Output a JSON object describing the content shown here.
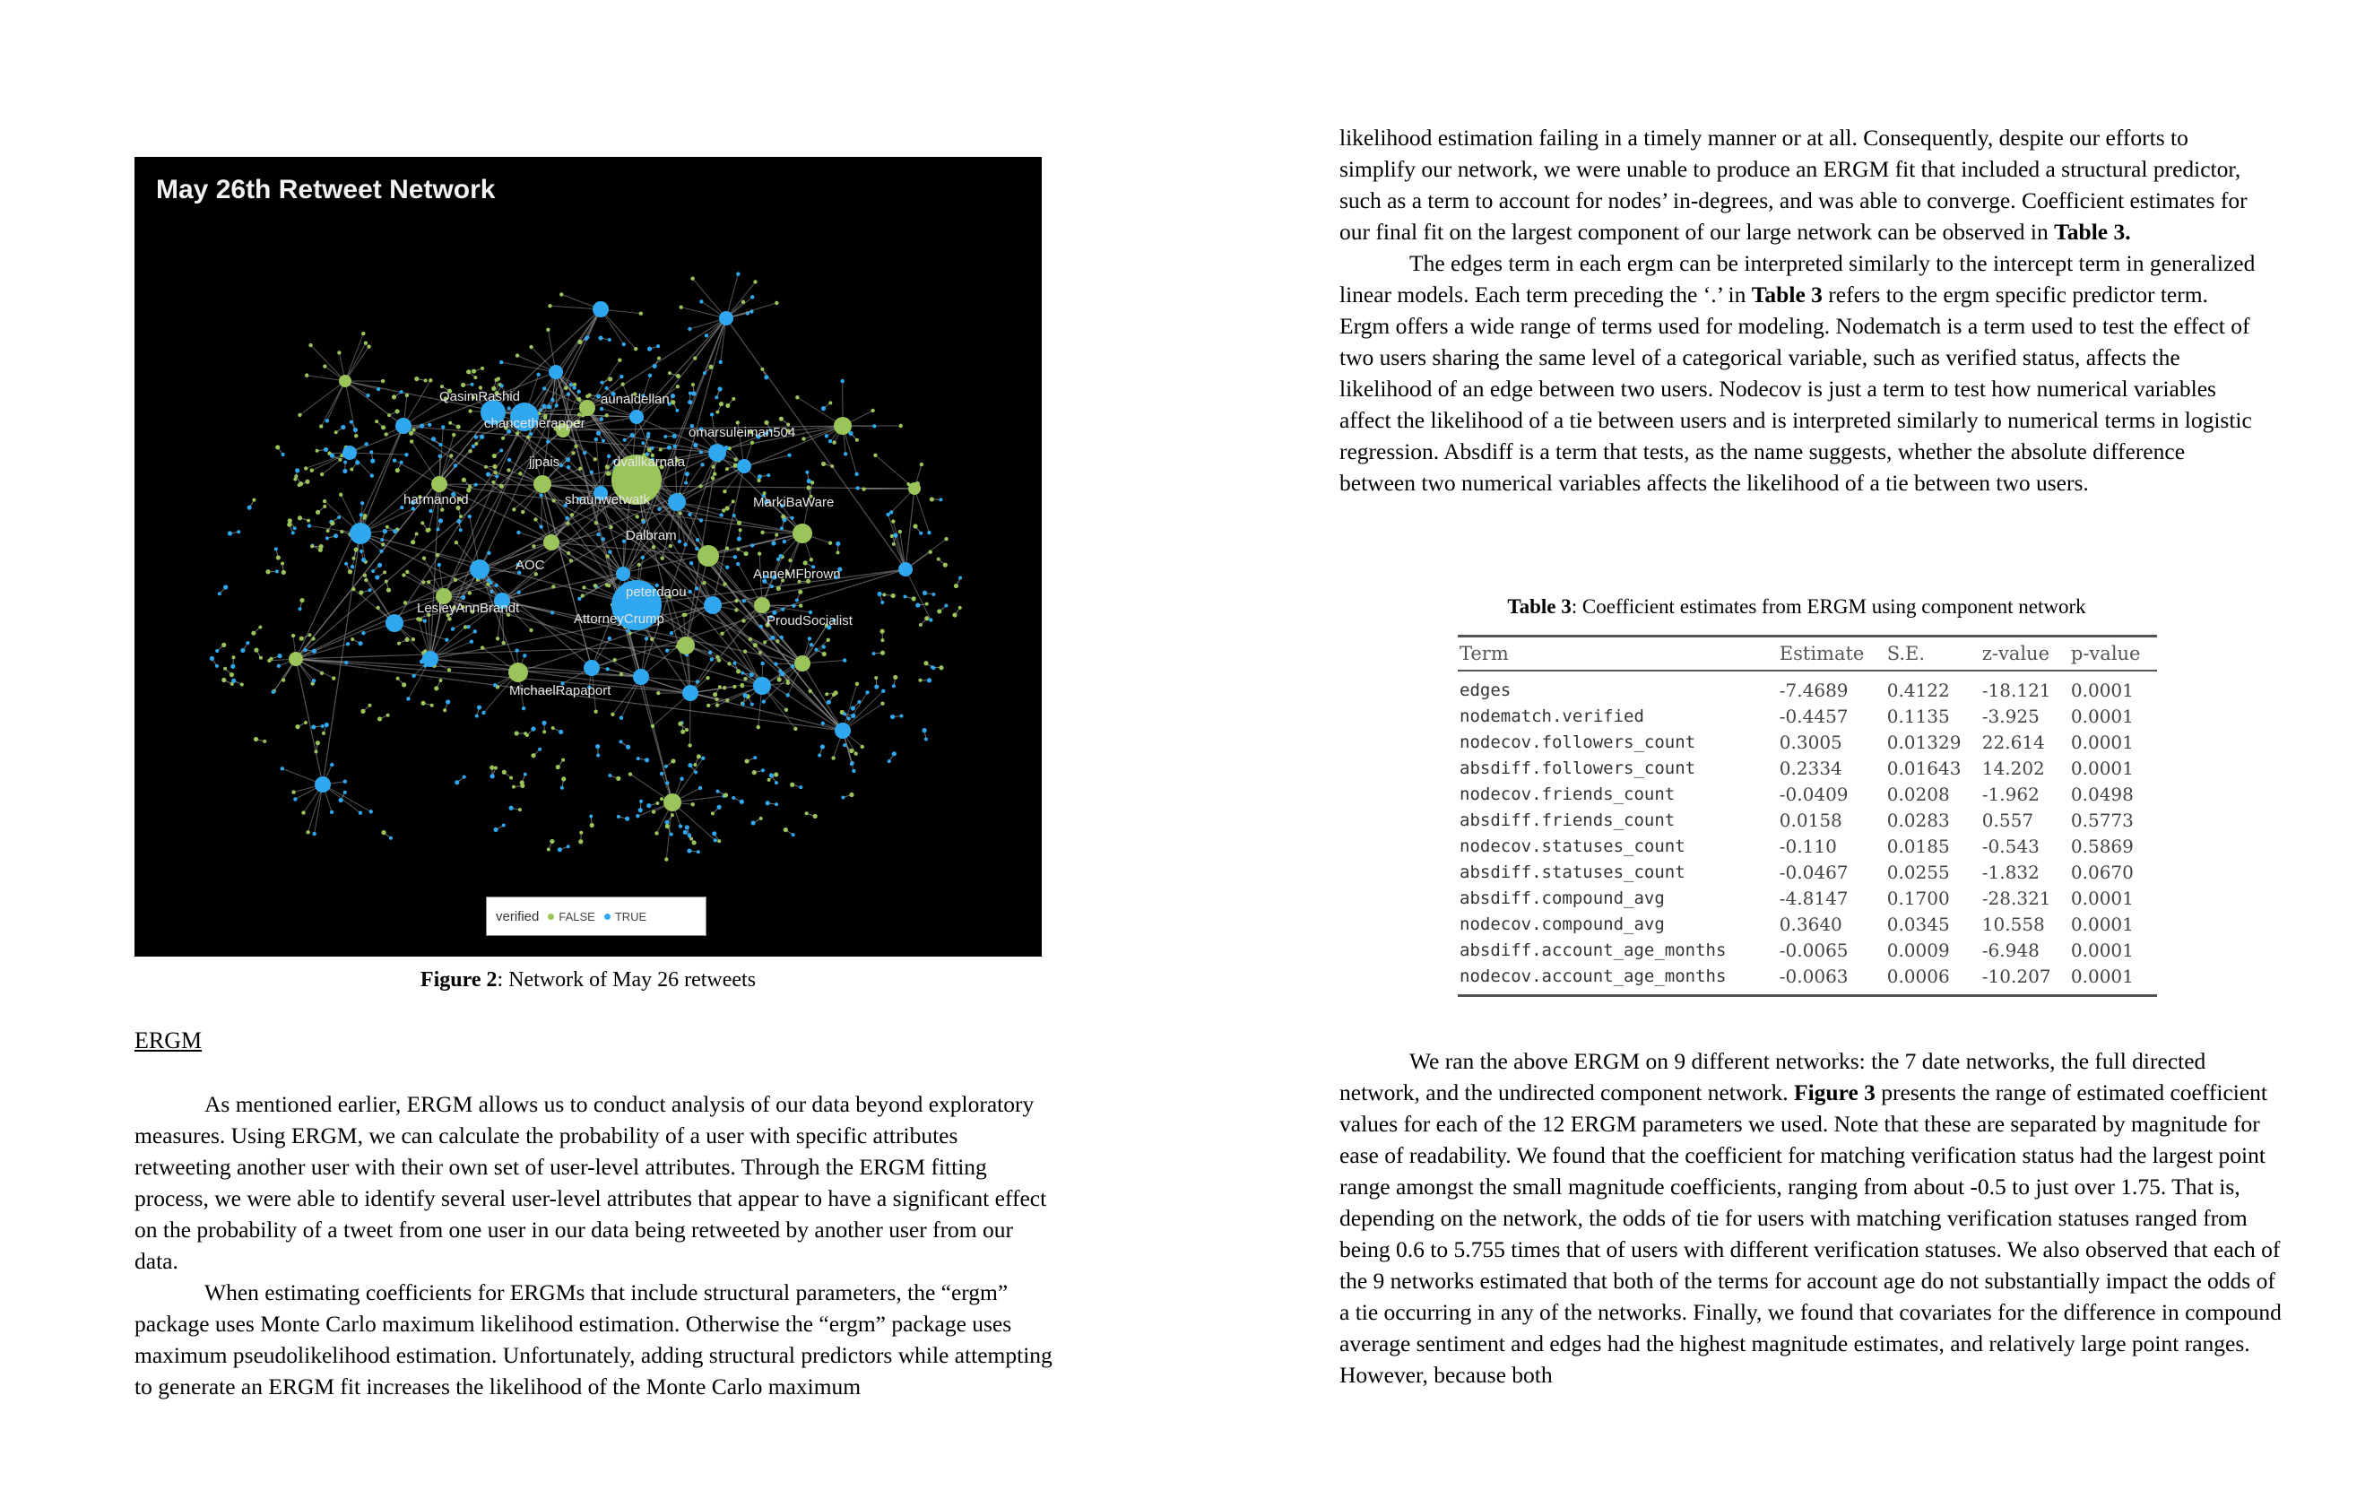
{
  "left_page": {
    "figure": {
      "title": "May 26th Retweet Network",
      "node_labels": [
        "QasimRashid",
        "aunaldellan",
        "chancetherapper",
        "omarsuleiman504",
        "dvallkarnala",
        "jjpais",
        "harmanord",
        "shaunwetwatk",
        "MarkiBaWare",
        "Dalbram",
        "AOC",
        "AnneMFbrown",
        "LesleyAnnBrandt",
        "peterdaou",
        "AttorneyCrump",
        "ProudSocialist",
        "MichaelRapaport"
      ],
      "legend": {
        "title": "verified",
        "items": [
          {
            "label": "FALSE",
            "color": "#9bc45a"
          },
          {
            "label": "TRUE",
            "color": "#2fa8f0"
          }
        ]
      },
      "caption_label": "Figure 2",
      "caption_text": ": Network of May 26 retweets"
    },
    "section_heading": "ERGM",
    "paragraphs": [
      "As mentioned earlier, ERGM allows us to conduct analysis of our data beyond exploratory measures. Using ERGM, we can calculate the probability of a user with specific attributes retweeting another user with their own set of user-level attributes. Through the ERGM fitting process, we were able to identify several user-level attributes that appear to have a significant effect on the probability of a tweet from one user in our data being retweeted by another user from our data.",
      "When estimating coefficients for ERGMs that include structural parameters, the “ergm” package uses Monte Carlo maximum likelihood estimation. Otherwise the “ergm” package uses maximum pseudolikelihood estimation. Unfortunately, adding structural predictors while attempting to generate an ERGM fit increases the likelihood of the Monte Carlo maximum"
    ]
  },
  "right_page": {
    "para1_text": "likelihood estimation failing in a timely manner or at all. Consequently, despite our efforts to simplify our network, we were unable to produce an ERGM fit that included a structural predictor, such as a term to account for nodes’ in-degrees, and was able to converge. Coefficient estimates for our final fit on the largest component of our large network can be observed in",
    "para1_bold": "Table 3.",
    "para2_pre": "The edges term in each ergm can be interpreted similarly to the intercept term in generalized linear models. Each term preceding the ‘.’ in",
    "para2_bold": "Table 3",
    "para2_post": "refers to the ergm specific predictor term. Ergm offers a wide range of terms used for modeling. Nodematch is a term used to test the effect of two users sharing the same level of a categorical variable, such as verified status, affects  the likelihood of an edge between two users. Nodecov is just a term to test how numerical variables affect the likelihood of a tie between users and is interpreted similarly to numerical terms in logistic regression. Absdiff is a term that tests, as the name suggests, whether the absolute difference between two numerical variables affects the likelihood of a tie between two users.",
    "table_caption_label": "Table 3",
    "table_caption_text": ": Coefficient estimates from ERGM using component network",
    "table": {
      "headers": [
        "Term",
        "Estimate",
        "S.E.",
        "z-value",
        "p-value"
      ],
      "rows": [
        [
          "edges",
          "-7.4689",
          "0.4122",
          "-18.121",
          "0.0001"
        ],
        [
          "nodematch.verified",
          "-0.4457",
          "0.1135",
          "-3.925",
          "0.0001"
        ],
        [
          "nodecov.followers_count",
          "0.3005",
          "0.01329",
          "22.614",
          "0.0001"
        ],
        [
          "absdiff.followers_count",
          "0.2334",
          "0.01643",
          "14.202",
          "0.0001"
        ],
        [
          "nodecov.friends_count",
          "-0.0409",
          "0.0208",
          "-1.962",
          "0.0498"
        ],
        [
          "absdiff.friends_count",
          "0.0158",
          "0.0283",
          "0.557",
          "0.5773"
        ],
        [
          "nodecov.statuses_count",
          "-0.110",
          "0.0185",
          "-0.543",
          "0.5869"
        ],
        [
          "absdiff.statuses_count",
          "-0.0467",
          "0.0255",
          "-1.832",
          "0.0670"
        ],
        [
          "absdiff.compound_avg",
          "-4.8147",
          "0.1700",
          "-28.321",
          "0.0001"
        ],
        [
          "nodecov.compound_avg",
          "0.3640",
          "0.0345",
          "10.558",
          "0.0001"
        ],
        [
          "absdiff.account_age_months",
          "-0.0065",
          "0.0009",
          "-6.948",
          "0.0001"
        ],
        [
          "nodecov.account_age_months",
          "-0.0063",
          "0.0006",
          "-10.207",
          "0.0001"
        ]
      ]
    },
    "para3_pre": "We ran the above ERGM on 9 different networks: the 7 date networks, the full directed network, and the undirected component network.",
    "para3_bold": "Figure 3",
    "para3_post": "presents the range of estimated coefficient values for each of the 12 ERGM parameters we used. Note that these are separated by magnitude for ease of readability. We found that the coefficient for matching verification status had the largest point range amongst the small magnitude coefficients, ranging from about -0.5 to just over 1.75. That is, depending on the network, the odds of tie for users with matching verification statuses ranged from being 0.6 to 5.755 times that of users with different verification statuses. We also observed that each of the 9 networks estimated that both of the terms for account age do not substantially impact the odds of a tie occurring in any of the networks. Finally, we found that covariates for the difference in compound average sentiment and edges had the highest magnitude estimates, and relatively large point ranges. However, because both"
  }
}
